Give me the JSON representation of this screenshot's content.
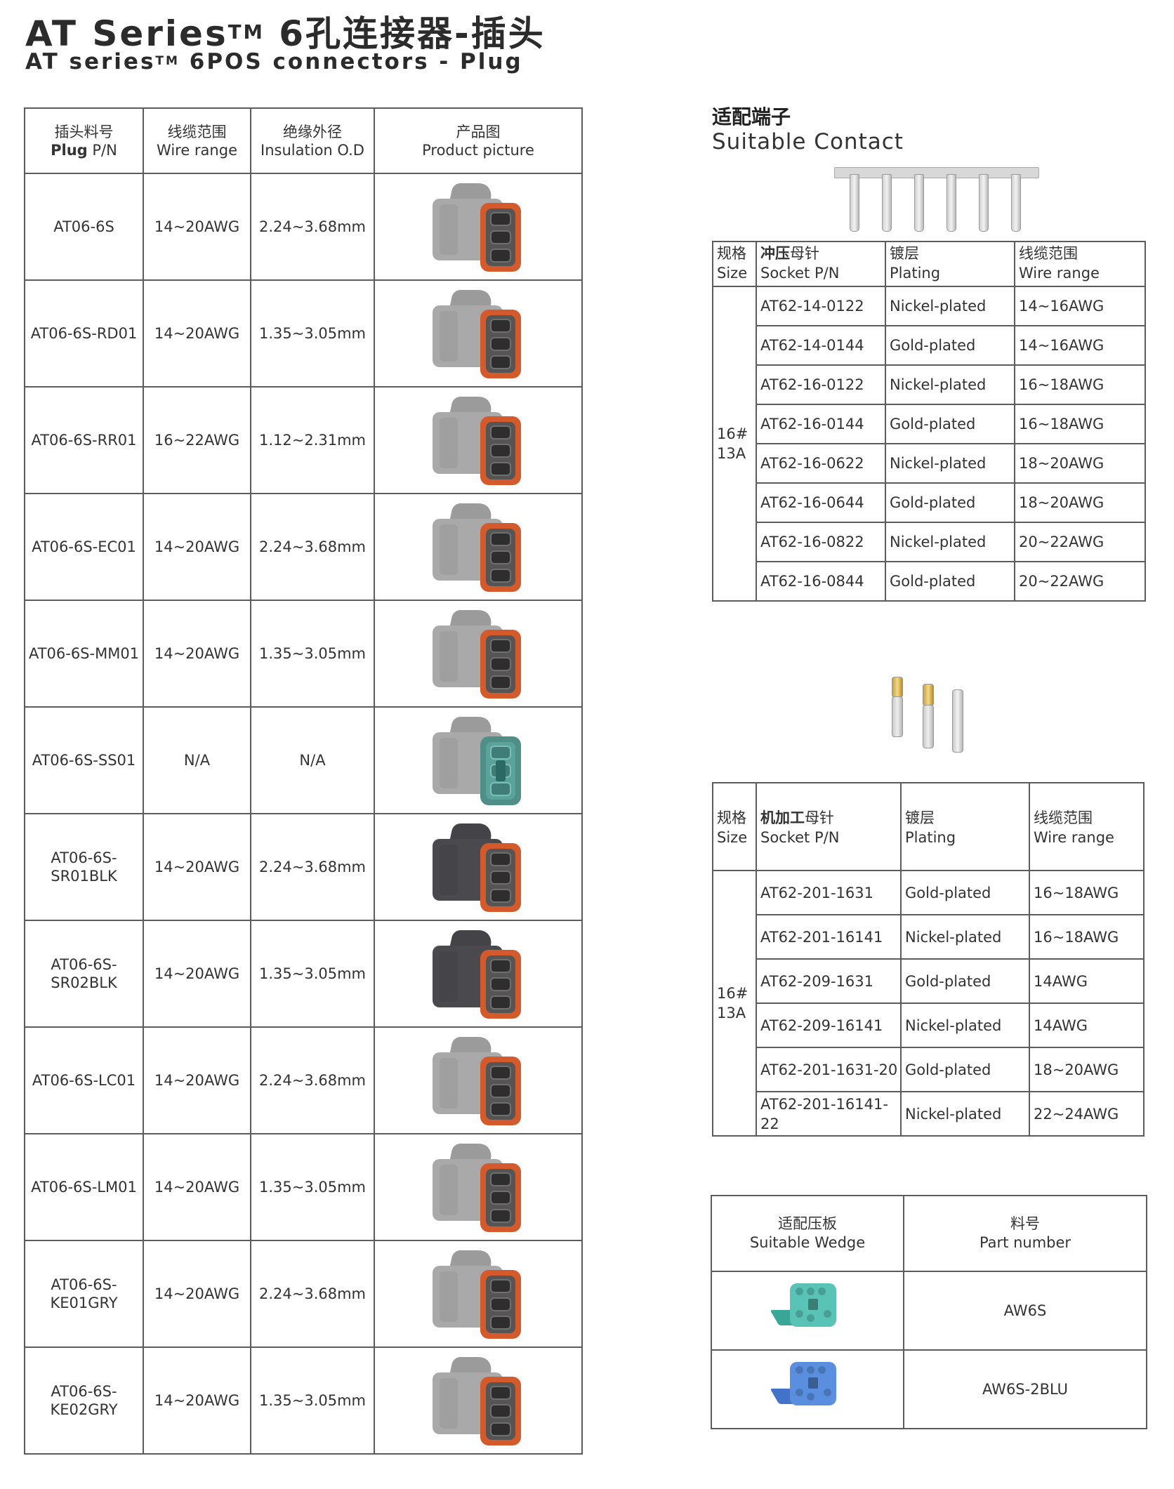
{
  "title": {
    "cn_prefix": "AT Series",
    "tm": "TM",
    "cn_suffix": " 6孔连接器-插头",
    "en_prefix": "AT series",
    "en_suffix": " 6POS connectors - Plug"
  },
  "plug_table": {
    "headers": [
      {
        "cn": "插头料号",
        "en_bold": "Plug",
        "en": " P/N"
      },
      {
        "cn": "线缆范围",
        "en": "Wire range"
      },
      {
        "cn": "绝缘外径",
        "en": "Insulation O.D"
      },
      {
        "cn": "产品图",
        "en": "Product picture"
      }
    ],
    "rows": [
      {
        "pn": "AT06-6S",
        "wire": "14~20AWG",
        "od": "2.24~3.68mm",
        "color": "#a9a9a9",
        "seal": "#d45a2c",
        "wedge": false
      },
      {
        "pn": "AT06-6S-RD01",
        "wire": "14~20AWG",
        "od": "1.35~3.05mm",
        "color": "#a9a9a9",
        "seal": "#d45a2c",
        "wedge": false
      },
      {
        "pn": "AT06-6S-RR01",
        "wire": "16~22AWG",
        "od": "1.12~2.31mm",
        "color": "#a9a9a9",
        "seal": "#d45a2c",
        "wedge": false
      },
      {
        "pn": "AT06-6S-EC01",
        "wire": "14~20AWG",
        "od": "2.24~3.68mm",
        "color": "#a9a9a9",
        "seal": "#d45a2c",
        "wedge": false
      },
      {
        "pn": "AT06-6S-MM01",
        "wire": "14~20AWG",
        "od": "1.35~3.05mm",
        "color": "#a9a9a9",
        "seal": "#d45a2c",
        "wedge": false
      },
      {
        "pn": "AT06-6S-SS01",
        "wire": "N/A",
        "od": "N/A",
        "color": "#a9a9a9",
        "seal": "#4f8f88",
        "wedge": true
      },
      {
        "pn": "AT06-6S-\nSR01BLK",
        "wire": "14~20AWG",
        "od": "2.24~3.68mm",
        "color": "#4a4a4e",
        "seal": "#d45a2c",
        "wedge": false
      },
      {
        "pn": "AT06-6S-\nSR02BLK",
        "wire": "14~20AWG",
        "od": "1.35~3.05mm",
        "color": "#4a4a4e",
        "seal": "#d45a2c",
        "wedge": false
      },
      {
        "pn": "AT06-6S-LC01",
        "wire": "14~20AWG",
        "od": "2.24~3.68mm",
        "color": "#a9a9a9",
        "seal": "#d45a2c",
        "wedge": false
      },
      {
        "pn": "AT06-6S-LM01",
        "wire": "14~20AWG",
        "od": "1.35~3.05mm",
        "color": "#a9a9a9",
        "seal": "#d45a2c",
        "wedge": false
      },
      {
        "pn": "AT06-6S-\nKE01GRY",
        "wire": "14~20AWG",
        "od": "2.24~3.68mm",
        "color": "#a9a9a9",
        "seal": "#d45a2c",
        "wedge": false
      },
      {
        "pn": "AT06-6S-\nKE02GRY",
        "wire": "14~20AWG",
        "od": "1.35~3.05mm",
        "color": "#a9a9a9",
        "seal": "#d45a2c",
        "wedge": false
      }
    ]
  },
  "suitable_contact": {
    "cn": "适配端子",
    "en": "Suitable Contact"
  },
  "contact_table_1": {
    "headers": {
      "size_cn": "规格",
      "size_en": "Size",
      "pn_cn_bold": "冲压",
      "pn_cn": "母针",
      "pn_en": "Socket P/N",
      "plating_cn": "镀层",
      "plating_en": "Plating",
      "wire_cn": "线缆范围",
      "wire_en": "Wire range"
    },
    "size": "16#\n13A",
    "rows": [
      {
        "pn": "AT62-14-0122",
        "plating": "Nickel-plated",
        "wire": "14~16AWG"
      },
      {
        "pn": "AT62-14-0144",
        "plating": "Gold-plated",
        "wire": "14~16AWG"
      },
      {
        "pn": "AT62-16-0122",
        "plating": "Nickel-plated",
        "wire": "16~18AWG"
      },
      {
        "pn": "AT62-16-0144",
        "plating": "Gold-plated",
        "wire": "16~18AWG"
      },
      {
        "pn": "AT62-16-0622",
        "plating": "Nickel-plated",
        "wire": "18~20AWG"
      },
      {
        "pn": "AT62-16-0644",
        "plating": "Gold-plated",
        "wire": "18~20AWG"
      },
      {
        "pn": "AT62-16-0822",
        "plating": "Nickel-plated",
        "wire": "20~22AWG"
      },
      {
        "pn": "AT62-16-0844",
        "plating": "Gold-plated",
        "wire": "20~22AWG"
      }
    ]
  },
  "contact_table_2": {
    "headers": {
      "size_cn": "规格",
      "size_en": "Size",
      "pn_cn_bold": "机加工",
      "pn_cn": "母针",
      "pn_en": "Socket P/N",
      "plating_cn": "镀层",
      "plating_en": "Plating",
      "wire_cn": "线缆范围",
      "wire_en": "Wire range"
    },
    "size": "16#\n13A",
    "rows": [
      {
        "pn": "AT62-201-1631",
        "plating": "Gold-plated",
        "wire": "16~18AWG"
      },
      {
        "pn": "AT62-201-16141",
        "plating": "Nickel-plated",
        "wire": "16~18AWG"
      },
      {
        "pn": "AT62-209-1631",
        "plating": "Gold-plated",
        "wire": "14AWG"
      },
      {
        "pn": "AT62-209-16141",
        "plating": "Nickel-plated",
        "wire": "14AWG"
      },
      {
        "pn": "AT62-201-1631-20",
        "plating": "Gold-plated",
        "wire": "18~20AWG"
      },
      {
        "pn": "AT62-201-16141-22",
        "plating": "Nickel-plated",
        "wire": "22~24AWG"
      }
    ]
  },
  "wedge_table": {
    "header_wedge_cn": "适配压板",
    "header_wedge_en": "Suitable Wedge",
    "header_part_cn": "料号",
    "header_part_en": "Part number",
    "rows": [
      {
        "part": "AW6S",
        "color": "#58c3b6",
        "base": "#3aa698"
      },
      {
        "part": "AW6S-2BLU",
        "color": "#5a8fe0",
        "base": "#4373c8"
      }
    ]
  }
}
